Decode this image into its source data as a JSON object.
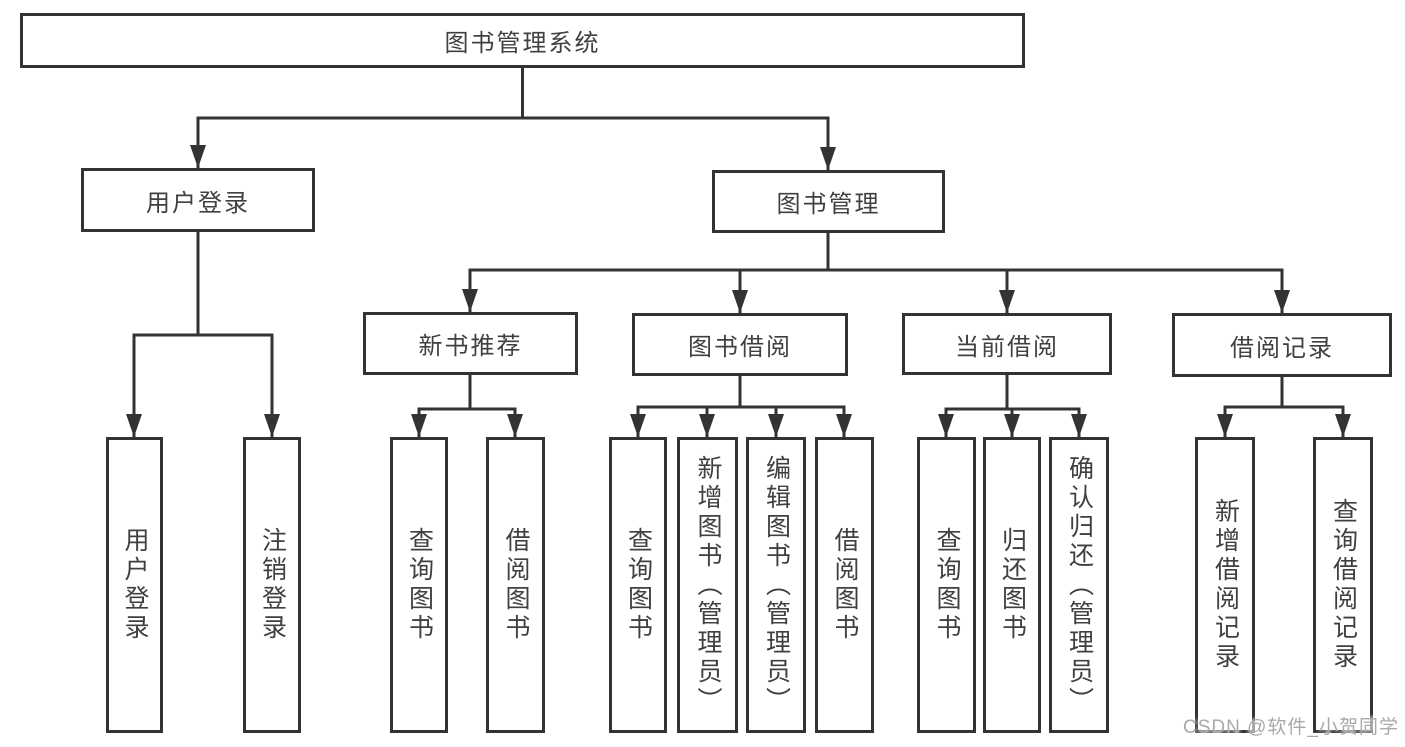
{
  "colors": {
    "background": "#ffffff",
    "box_border": "#333333",
    "connector_line": "#333333",
    "node_text": "#404040",
    "watermark_text": "#a9a9a9"
  },
  "watermark": {
    "text": "CSDN @软件_小贺同学"
  },
  "tree": {
    "label": "图书管理系统",
    "children": [
      {
        "label": "用户登录",
        "children": [
          {
            "label": "用户登录"
          },
          {
            "label": "注销登录"
          }
        ]
      },
      {
        "label": "图书管理",
        "children": [
          {
            "label": "新书推荐",
            "children": [
              {
                "label": "查询图书"
              },
              {
                "label": "借阅图书"
              }
            ]
          },
          {
            "label": "图书借阅",
            "children": [
              {
                "label": "查询图书"
              },
              {
                "label": "新增图书（管理员）"
              },
              {
                "label": "编辑图书（管理员）"
              },
              {
                "label": "借阅图书"
              }
            ]
          },
          {
            "label": "当前借阅",
            "children": [
              {
                "label": "查询图书"
              },
              {
                "label": "归还图书"
              },
              {
                "label": "确认归还（管理员）"
              }
            ]
          },
          {
            "label": "借阅记录",
            "children": [
              {
                "label": "新增借阅记录"
              },
              {
                "label": "查询借阅记录"
              }
            ]
          }
        ]
      }
    ]
  }
}
